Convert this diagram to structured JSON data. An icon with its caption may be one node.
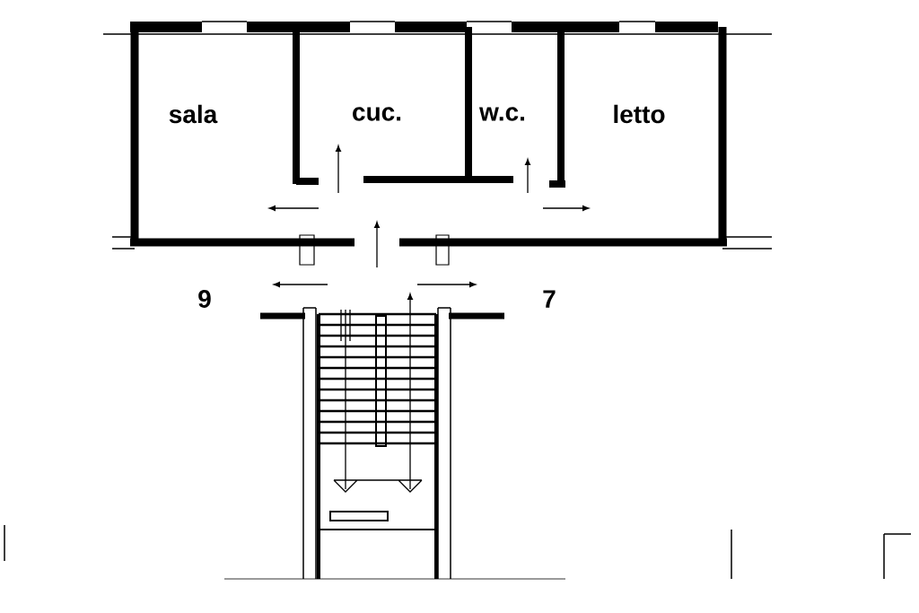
{
  "diagram": {
    "nodes": [
      {
        "text": [
          "sala"
        ]
      },
      {
        "text": [
          "cuc."
        ]
      },
      {
        "text": [
          "w.c."
        ]
      },
      {
        "text": [
          "letto"
        ]
      }
    ],
    "labels": [
      "9",
      "7"
    ]
  }
}
